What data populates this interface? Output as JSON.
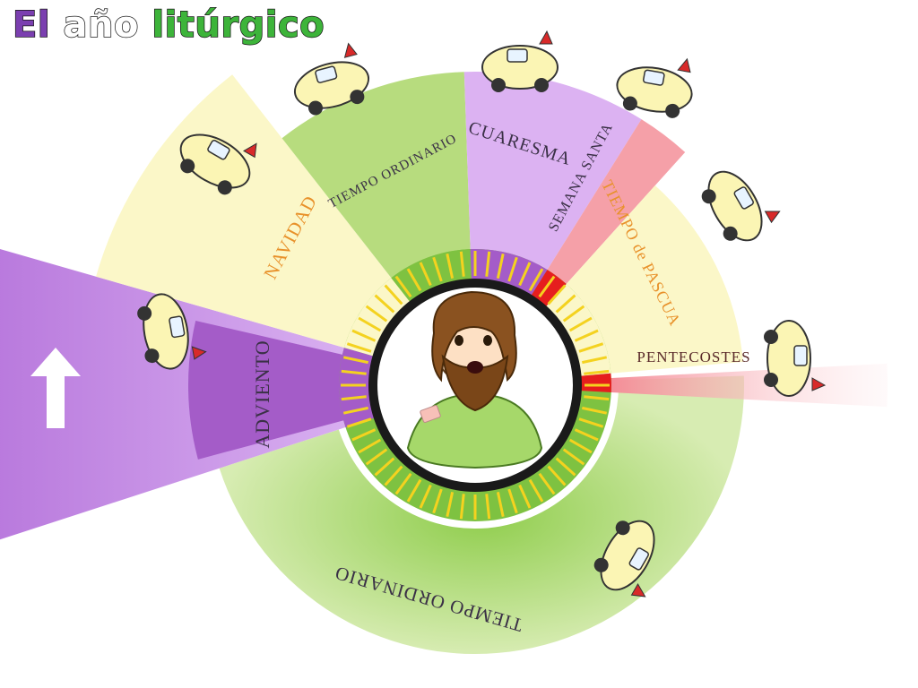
{
  "title": {
    "word1": "El",
    "word2": "año",
    "word3": "litúrgico",
    "word1_color": "#7b3fb0",
    "word2_color": "#ffffff",
    "word3_color": "#3db43a"
  },
  "segments": {
    "adviento": "ADVIENTO",
    "navidad": "NAVIDAD",
    "tiempo_ordinario_1": "TIEMPO ORDINARIO",
    "cuaresma": "CUARESMA",
    "semana_santa": "SEMANA SANTA",
    "tiempo_pascua": "TIEMPO de PASCUA",
    "pentecostes": "PENTECOSTES",
    "tiempo_ordinario_2": "TIEMPO ORDINARIO"
  },
  "colors": {
    "purple": "#c48be0",
    "purple_dark": "#a45cc8",
    "yellow_light": "#fbf7c8",
    "green_light": "#b7dc7e",
    "green": "#7ec241",
    "red": "#e61e1e",
    "pink": "#f5a0a8",
    "orange_text": "#e8912a",
    "gold": "#f4d21f"
  },
  "center_figure": "jesus-illustration",
  "arrow_icon": "up-arrow-icon"
}
